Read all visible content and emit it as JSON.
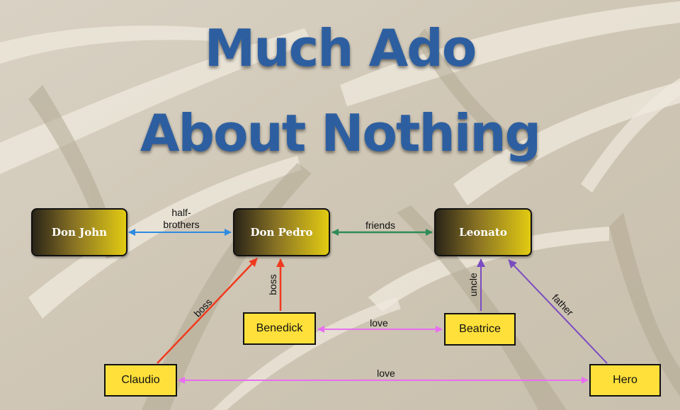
{
  "title": {
    "line1": "Much Ado",
    "line2": "About Nothing"
  },
  "nodes": {
    "don_john": "Don John",
    "don_pedro": "Don Pedro",
    "leonato": "Leonato",
    "benedick": "Benedick",
    "beatrice": "Beatrice",
    "claudio": "Claudio",
    "hero": "Hero"
  },
  "relations": {
    "half_brothers": "half-\nbrothers",
    "friends": "friends",
    "boss_claudio": "boss",
    "boss_benedick": "boss",
    "uncle": "uncle",
    "father": "father",
    "love_benedick_beatrice": "love",
    "love_claudio_hero": "love"
  },
  "colors": {
    "title": "#2d5fa0",
    "half_brothers": "#2f8be0",
    "friends": "#2e8b57",
    "boss": "#f03a1e",
    "family": "#7b4cc0",
    "love": "#e86ef0",
    "leaf_fill": "#ffe03a"
  }
}
